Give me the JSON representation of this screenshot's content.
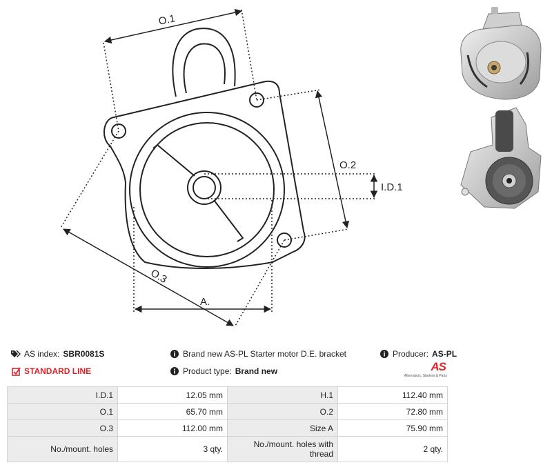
{
  "drawing": {
    "labels": {
      "o1": "O.1",
      "o2": "O.2",
      "id1": "I.D.1",
      "o3": "O.3",
      "a": "A."
    }
  },
  "info": {
    "as_index_label": "AS index:",
    "as_index_value": "SBR0081S",
    "line": "STANDARD LINE",
    "description": "Brand new AS-PL Starter motor D.E. bracket",
    "product_type_label": "Product type:",
    "product_type_value": "Brand new",
    "producer_label": "Producer:",
    "producer_value": "AS-PL"
  },
  "logo": {
    "mark": "AS",
    "tagline": "Alternators, Starters & Parts"
  },
  "specs": [
    [
      {
        "k": "I.D.1",
        "v": "12.05 mm"
      },
      {
        "k": "H.1",
        "v": "112.40 mm"
      }
    ],
    [
      {
        "k": "O.1",
        "v": "65.70 mm"
      },
      {
        "k": "O.2",
        "v": "72.80 mm"
      }
    ],
    [
      {
        "k": "O.3",
        "v": "112.00 mm"
      },
      {
        "k": "Size A",
        "v": "75.90 mm"
      }
    ],
    [
      {
        "k": "No./mount. holes",
        "v": "3 qty."
      },
      {
        "k": "No./mount. holes with thread",
        "v": "2 qty."
      }
    ]
  ],
  "colors": {
    "accent": "#d6262a",
    "key_bg": "#ececec",
    "border": "#d4d4d4"
  }
}
